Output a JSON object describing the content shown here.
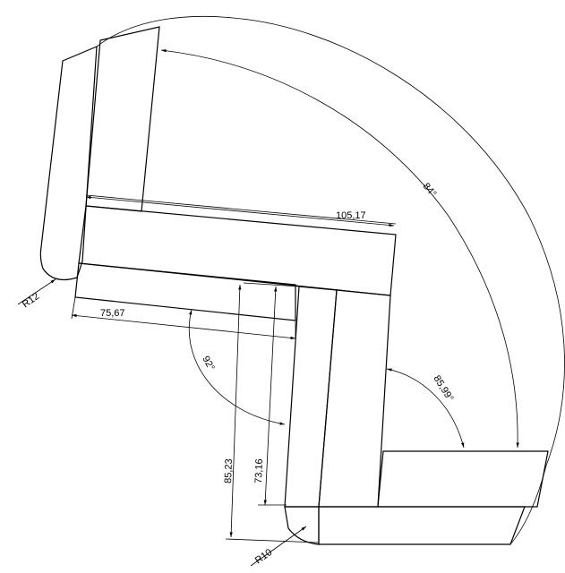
{
  "dimensions": {
    "linear_top": "105,17",
    "linear_left": "75,67",
    "vertical_outer": "85,23",
    "vertical_inner": "73,16",
    "radius_left": "R12",
    "radius_bottom": "R10",
    "angle_arc": "84°",
    "angle_right": "85,99°",
    "angle_middle": "92°"
  },
  "colors": {
    "stroke": "#000000",
    "background": "#ffffff"
  }
}
